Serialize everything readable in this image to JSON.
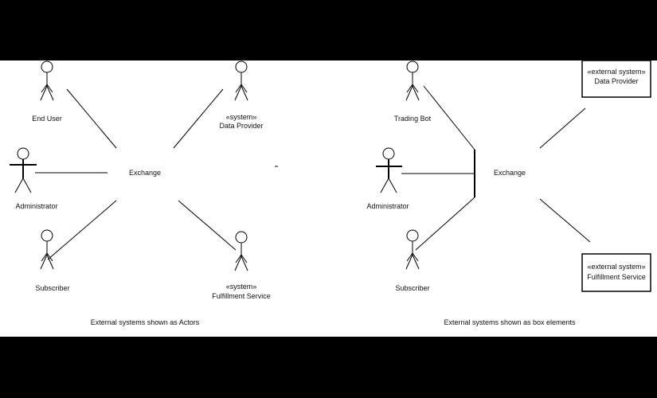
{
  "left": {
    "end_user": "End User",
    "ext_data_stereo": "«system»",
    "ext_data_name": "Data Provider",
    "administrator": "Administrator",
    "exchange": "Exchange",
    "subscriber": "Subscriber",
    "ext_fulfill_stereo": "«system»",
    "ext_fulfill_name": "Fulfillment Service",
    "caption": "External systems shown as Actors"
  },
  "right": {
    "trading_bot": "Trading Bot",
    "administrator": "Administrator",
    "exchange": "Exchange",
    "subscriber": "Subscriber",
    "data_box_stereo": "«external system»",
    "data_box_name": "Data Provider",
    "fulfill_box_stereo": "«external system»",
    "fulfill_box_name": "Fulfillment Service",
    "caption": "External systems shown as box elements"
  }
}
